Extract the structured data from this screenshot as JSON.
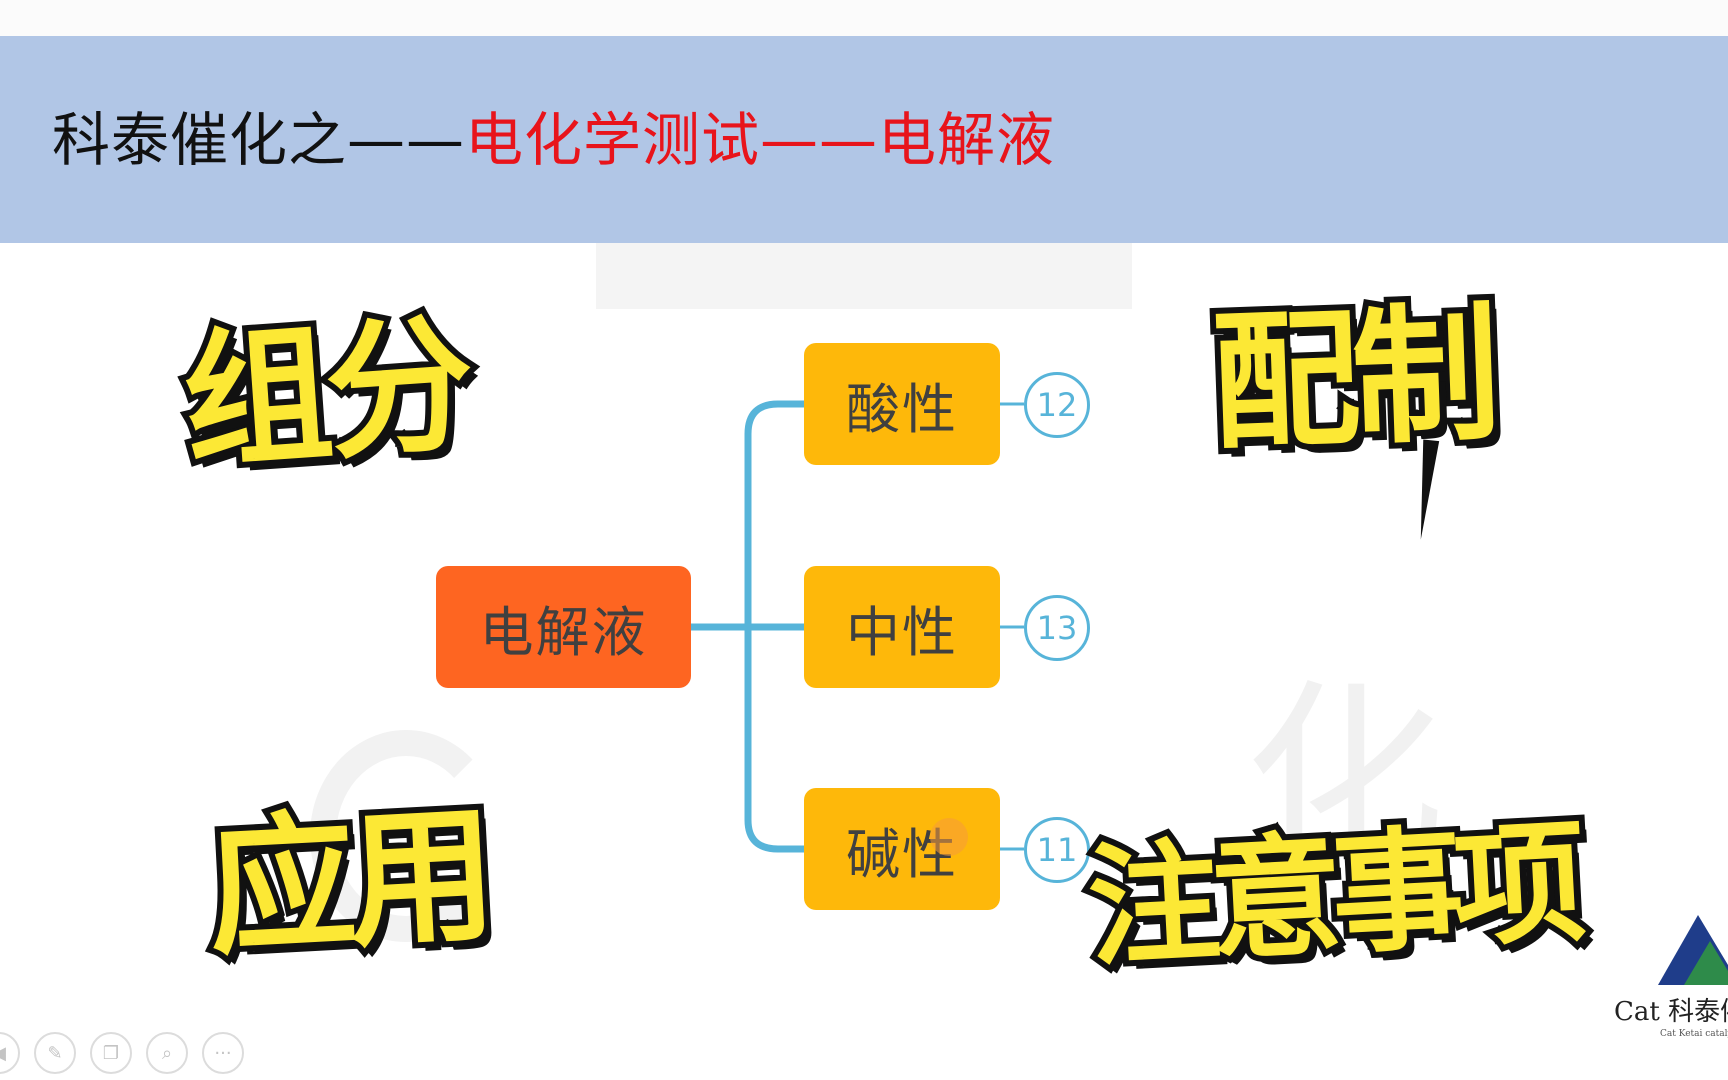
{
  "slide": {
    "title_prefix": "科泰催化之——",
    "title_topic": "电化学测试——电解液",
    "colors": {
      "banner": "#b1c6e6",
      "title_black": "#111111",
      "title_red": "#e8141b",
      "sticker_fill": "#fce835",
      "root_node": "#fe6521",
      "branch_node": "#feb80a",
      "connector": "#57b4d9"
    }
  },
  "stickers": {
    "composition": "组分",
    "preparation": "配制",
    "application": "应用",
    "precautions": "注意事项"
  },
  "mindmap": {
    "root": "电解液",
    "branches": [
      {
        "label": "酸性",
        "badge": "12"
      },
      {
        "label": "中性",
        "badge": "13"
      },
      {
        "label": "碱性",
        "badge": "11"
      }
    ]
  },
  "watermark": {
    "glyph": "化"
  },
  "logo": {
    "text": "Cat 科泰催",
    "subtext": "Cat Ketai catalysis"
  },
  "player_controls": [
    {
      "name": "prev-icon",
      "glyph": "◀"
    },
    {
      "name": "pen-icon",
      "glyph": "✎"
    },
    {
      "name": "pages-icon",
      "glyph": "❐"
    },
    {
      "name": "zoom-icon",
      "glyph": "⌕"
    },
    {
      "name": "more-icon",
      "glyph": "···"
    }
  ]
}
